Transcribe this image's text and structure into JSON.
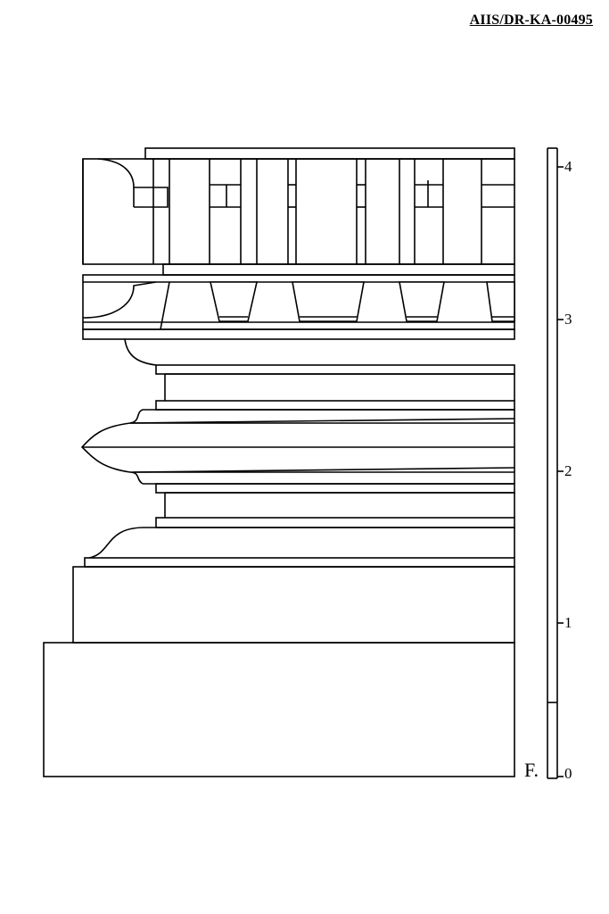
{
  "drawing": {
    "reference_id": "AIIS/DR-KA-00495",
    "section_label": "F.",
    "scale": {
      "ticks": [
        "0",
        "1",
        "2",
        "3",
        "4"
      ]
    },
    "line_color": "#000000",
    "background": "#ffffff"
  }
}
